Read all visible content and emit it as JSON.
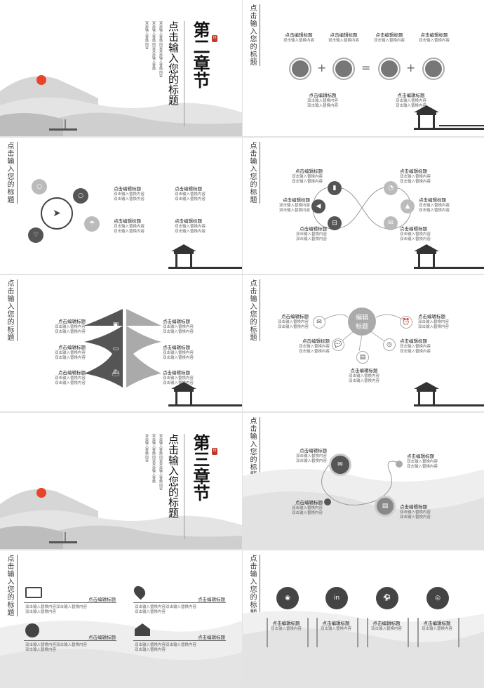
{
  "slide_title": "点击输入您的标题",
  "item_heading": "点击编辑标题",
  "item_body": "双击输入替换内容",
  "chapter2": {
    "number": "第二章节",
    "title": "点击输入您的标题",
    "desc": [
      "双击输入替换内容双击输入替换内容",
      "双击输入替换内容双击输入替换",
      "双击输入替换内容"
    ],
    "seal": "印"
  },
  "chapter3": {
    "number": "第三章节",
    "title": "点击输入您的标题",
    "desc": [
      "双击输入替换内容双击输入替换内容",
      "双击输入替换内容双击输入替换",
      "双击输入替换内容"
    ],
    "seal": "印"
  },
  "center_node": {
    "line1": "编辑",
    "line2": "标题"
  },
  "long_body": "双击输入替换内容双击输入替换内容",
  "colors": {
    "dark": "#555555",
    "mid": "#888888",
    "light": "#bbbbbb",
    "sun": "#e8442a"
  },
  "icons": {
    "equation": [
      "brush-icon",
      "megaphone-icon",
      "tools-icon",
      "paper-plane-icon"
    ],
    "cycle": [
      "chart-icon",
      "pie-icon",
      "speaker-icon",
      "bell-icon",
      "cart-icon",
      "mail-icon"
    ],
    "funnel": [
      "image-icon",
      "monitor-icon",
      "ship-icon"
    ],
    "bottom_circles": [
      "podcast-icon",
      "linkedin-icon",
      "dribbble-icon",
      "target-icon"
    ]
  }
}
